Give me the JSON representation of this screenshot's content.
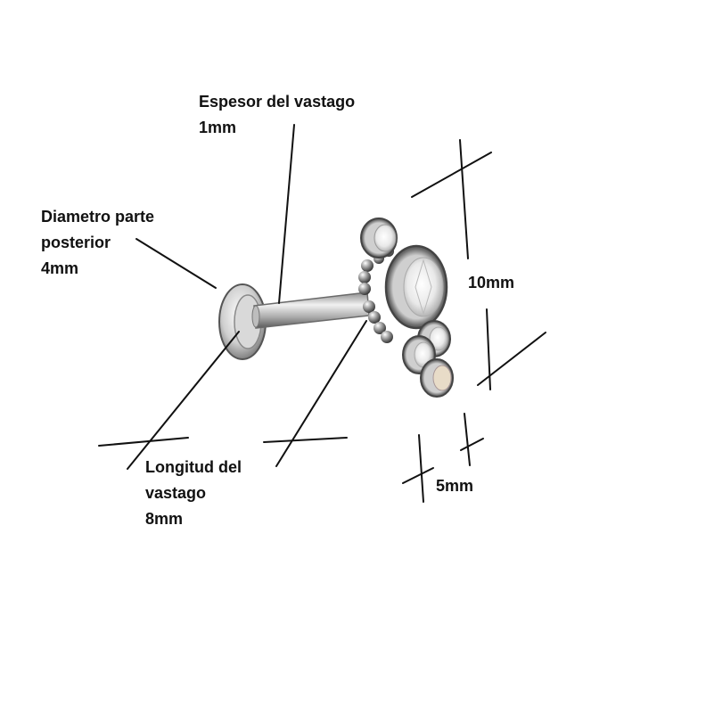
{
  "labels": {
    "shaft_thickness": {
      "title": "Espesor del vastago",
      "value": "1mm"
    },
    "back_diameter": {
      "line1": "Diametro parte",
      "line2": "posterior",
      "value": "4mm"
    },
    "shaft_length": {
      "line1": "Longitud del",
      "line2": "vastago",
      "value": "8mm"
    },
    "top_height": {
      "value": "10mm"
    },
    "top_width": {
      "value": "5mm"
    }
  },
  "colors": {
    "background": "#ffffff",
    "text": "#111111",
    "lines": "#111111",
    "metal_light": "#e6e6e6",
    "metal_dark": "#555555",
    "crystal": "#f4f4f4"
  }
}
